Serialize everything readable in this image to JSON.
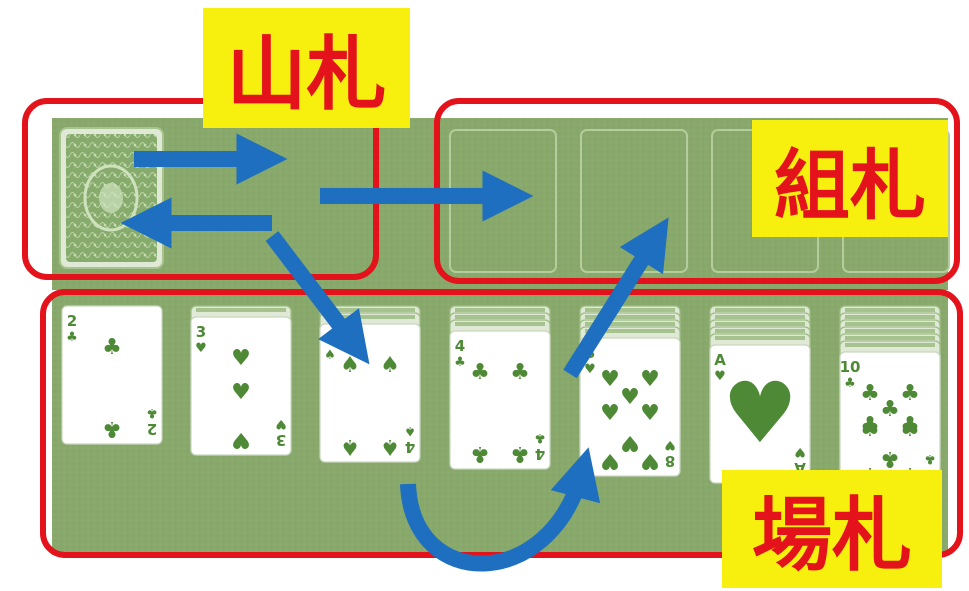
{
  "labels": {
    "stock": "山札",
    "foundation": "組札",
    "tableau": "場札"
  },
  "colors": {
    "felt": "#88a96b",
    "felt_dark": "#7a9c5e",
    "suit_green": "#4e8a36",
    "region_outline": "#e3121b",
    "arrow": "#1f6fc0",
    "label_bg": "#f7ef0d",
    "label_text": "#e3121b"
  },
  "stock": {
    "face_down_count": 1
  },
  "foundations": [
    {
      "state": "empty"
    },
    {
      "state": "empty"
    },
    {
      "state": "empty"
    },
    {
      "state": "empty"
    }
  ],
  "tableau": [
    {
      "hidden": 0,
      "card": {
        "rank": "2",
        "suit": "♣",
        "suit_name": "clubs"
      }
    },
    {
      "hidden": 1,
      "card": {
        "rank": "3",
        "suit": "♥",
        "suit_name": "hearts"
      }
    },
    {
      "hidden": 2,
      "card": {
        "rank": "4",
        "suit": "♠",
        "suit_name": "spades"
      }
    },
    {
      "hidden": 3,
      "card": {
        "rank": "4",
        "suit": "♣",
        "suit_name": "clubs"
      }
    },
    {
      "hidden": 4,
      "card": {
        "rank": "8",
        "suit": "♥",
        "suit_name": "hearts"
      }
    },
    {
      "hidden": 5,
      "card": {
        "rank": "A",
        "suit": "♥",
        "suit_name": "hearts"
      }
    },
    {
      "hidden": 6,
      "card": {
        "rank": "10",
        "suit": "♣",
        "suit_name": "clubs"
      }
    }
  ],
  "arrows": [
    {
      "name": "stock-to-waste-arrow"
    },
    {
      "name": "waste-to-stock-arrow"
    },
    {
      "name": "waste-to-foundation-arrow"
    },
    {
      "name": "waste-to-tableau-arrow"
    },
    {
      "name": "tableau-to-foundation-arrow"
    },
    {
      "name": "tableau-to-tableau-arrow"
    }
  ]
}
